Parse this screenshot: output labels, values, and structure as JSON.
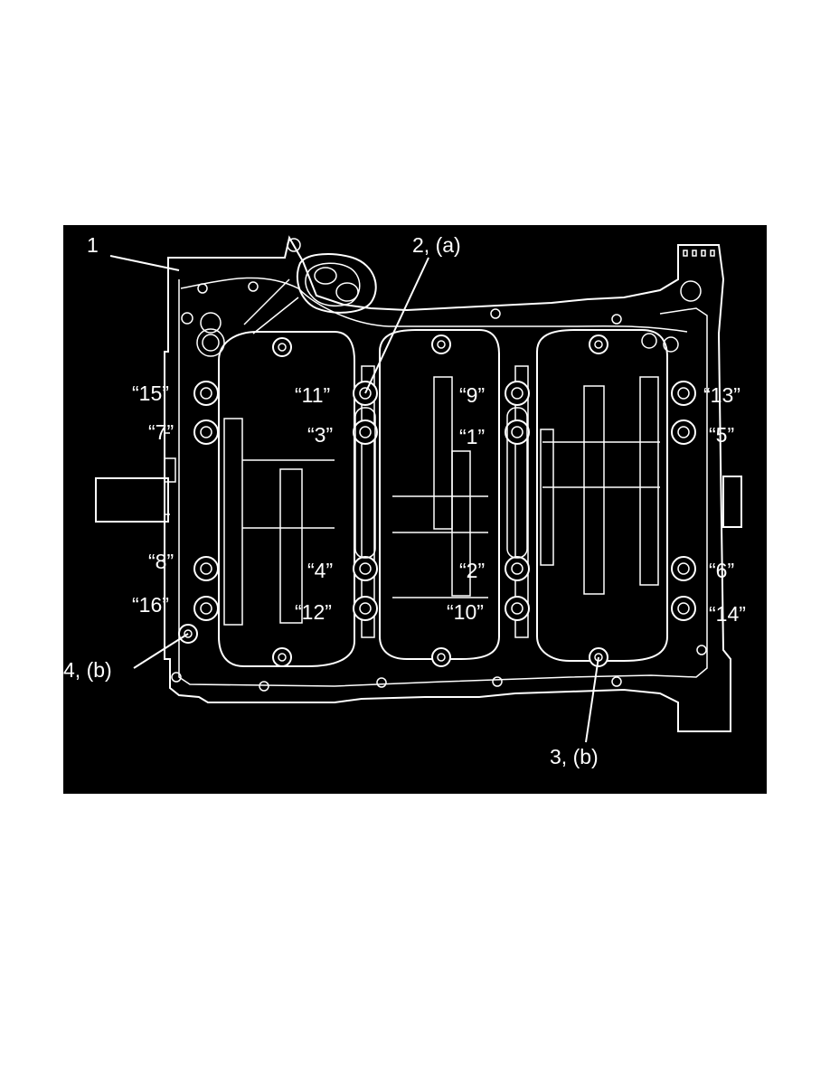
{
  "diagram": {
    "colors": {
      "background": "#000000",
      "lines": "#ffffff",
      "page": "#ffffff"
    },
    "callouts": {
      "part_1": "1",
      "part_2": "2, (a)",
      "part_3": "3, (b)",
      "part_4": "4, (b)"
    },
    "bolt_order": {
      "b1": "“1”",
      "b2": "“2”",
      "b3": "“3”",
      "b4": "“4”",
      "b5": "“5”",
      "b6": "“6”",
      "b7": "“7”",
      "b8": "“8”",
      "b9": "“9”",
      "b10": "“10”",
      "b11": "“11”",
      "b12": "“12”",
      "b13": "“13”",
      "b14": "“14”",
      "b15": "“15”",
      "b16": "“16”"
    }
  }
}
